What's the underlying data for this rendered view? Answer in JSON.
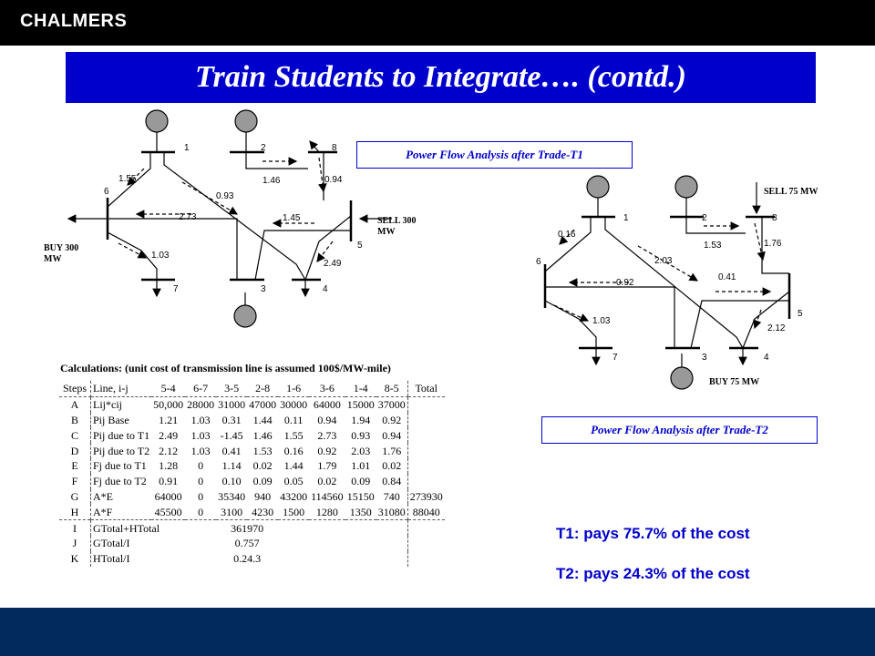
{
  "header": {
    "logo": "CHALMERS"
  },
  "title": "Train Students to Integrate…. (contd.)",
  "diagram1": {
    "caption": "Power Flow Analysis after Trade-T1",
    "buses": [
      "1",
      "2",
      "8",
      "6",
      "5",
      "7",
      "3",
      "4"
    ],
    "flows": [
      "1.55",
      "0.93",
      "1.46",
      "0.94",
      "2.73",
      "1.45",
      "1.03",
      "2.49"
    ],
    "buy_label": [
      "BUY 300",
      "MW"
    ],
    "sell_label": [
      "SELL 300",
      "MW"
    ]
  },
  "diagram2": {
    "caption": "Power Flow Analysis after Trade-T2",
    "buses": [
      "1",
      "2",
      "8",
      "6",
      "5",
      "7",
      "3",
      "4"
    ],
    "flows": [
      "0.16",
      "2.03",
      "1.53",
      "1.76",
      "0.92",
      "0.41",
      "1.03",
      "2.12"
    ],
    "sell_label": "SELL 75 MW",
    "buy_label": "BUY 75 MW"
  },
  "calculations": {
    "title": "Calculations: (unit cost of transmission line is assumed 100$/MW-mile)",
    "headers": [
      "Steps",
      "Line, i-j",
      "5-4",
      "6-7",
      "3-5",
      "2-8",
      "1-6",
      "3-6",
      "1-4",
      "8-5",
      "Total"
    ],
    "rows": [
      {
        "step": "A",
        "label": "Lij*cij",
        "vals": [
          "50,000",
          "28000",
          "31000",
          "47000",
          "30000",
          "64000",
          "15000",
          "37000"
        ],
        "total": ""
      },
      {
        "step": "B",
        "label": "Pij Base",
        "vals": [
          "1.21",
          "1.03",
          "0.31",
          "1.44",
          "0.11",
          "0.94",
          "1.94",
          "0.92"
        ],
        "total": ""
      },
      {
        "step": "C",
        "label": "Pij due to T1",
        "vals": [
          "2.49",
          "1.03",
          "-1.45",
          "1.46",
          "1.55",
          "2.73",
          "0.93",
          "0.94"
        ],
        "total": ""
      },
      {
        "step": "D",
        "label": "Pij due to T2",
        "vals": [
          "2.12",
          "1.03",
          "0.41",
          "1.53",
          "0.16",
          "0.92",
          "2.03",
          "1.76"
        ],
        "total": ""
      },
      {
        "step": "E",
        "label": "Fj due to T1",
        "vals": [
          "1.28",
          "0",
          "1.14",
          "0.02",
          "1.44",
          "1.79",
          "1.01",
          "0.02"
        ],
        "total": ""
      },
      {
        "step": "F",
        "label": "Fj due to T2",
        "vals": [
          "0.91",
          "0",
          "0.10",
          "0.09",
          "0.05",
          "0.02",
          "0.09",
          "0.84"
        ],
        "total": ""
      },
      {
        "step": "G",
        "label": "A*E",
        "vals": [
          "64000",
          "0",
          "35340",
          "940",
          "43200",
          "114560",
          "15150",
          "740"
        ],
        "total": "273930"
      },
      {
        "step": "H",
        "label": "A*F",
        "vals": [
          "45500",
          "0",
          "3100",
          "4230",
          "1500",
          "1280",
          "1350",
          "31080"
        ],
        "total": "88040"
      }
    ],
    "summary_rows": [
      {
        "step": "I",
        "label": "GTotal+HTotal",
        "value": "361970"
      },
      {
        "step": "J",
        "label": "GTotal/I",
        "value": "0.757"
      },
      {
        "step": "K",
        "label": "HTotal/I",
        "value": "0.24.3"
      }
    ]
  },
  "results": {
    "t1": "T1: pays 75.7% of the cost",
    "t2": "T2: pays 24.3% of the cost"
  }
}
